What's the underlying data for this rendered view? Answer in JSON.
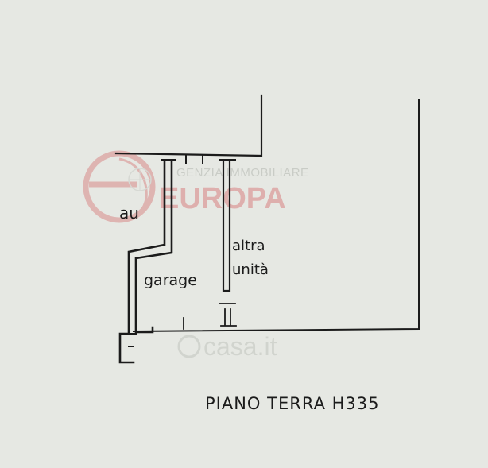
{
  "plan": {
    "labels": {
      "au": "au",
      "garage": "garage",
      "altra_line1": "altra",
      "altra_line2": "unità",
      "floor_title": "PIANO TERRA H335"
    }
  },
  "watermarks": {
    "agency_subtitle": "GENZIA IMMOBILIARE",
    "agency_name": "EUROPA",
    "site": "casa.it"
  },
  "colors": {
    "ink": "#1b1b1b",
    "paper": "#e6e8e3",
    "watermark_red": "#d98a8a",
    "watermark_grey": "#c9ccc6"
  }
}
